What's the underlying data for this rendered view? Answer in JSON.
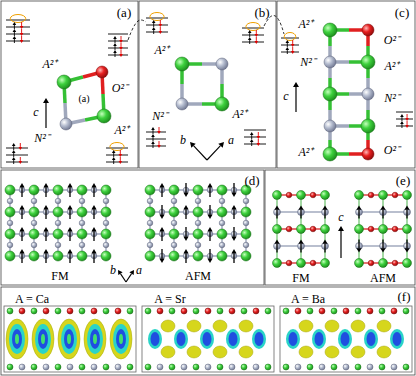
{
  "diagram": {
    "labels": [
      "(a)",
      "A²⁺",
      "O²⁻",
      "c",
      "(a)",
      "N²⁻",
      "A²⁺",
      "(b)",
      "A²⁺",
      "N²⁻",
      "A²⁺",
      "b",
      "a",
      "(c)",
      "A²⁺",
      "O²⁻",
      "c",
      "N²⁻",
      "A²⁺",
      "N²⁻",
      "A²⁺",
      "O²⁻",
      "(d)",
      "FM",
      "b",
      "a",
      "AFM",
      "(e)",
      "FM",
      "c",
      "AFM",
      "(f)",
      "A = Ca",
      "A = Sr",
      "A = Ba"
    ]
  }
}
